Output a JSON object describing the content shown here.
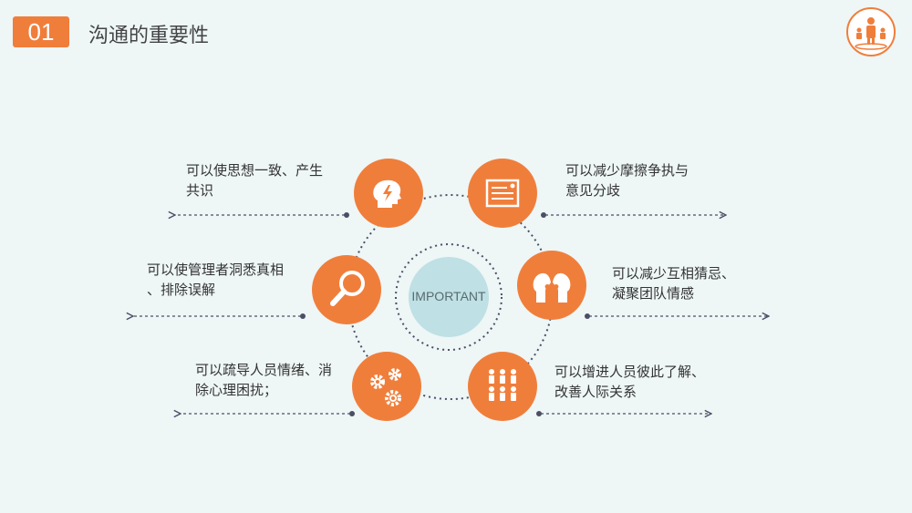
{
  "header": {
    "number": "01",
    "title": "沟通的重要性"
  },
  "center": {
    "label": "IMPORTANT"
  },
  "items": [
    {
      "icon": "brain-lightning-icon",
      "text_line1": "可以使思想一致、产生",
      "text_line2": "共识"
    },
    {
      "icon": "document-icon",
      "text_line1": "可以减少摩擦争执与",
      "text_line2": "意见分歧"
    },
    {
      "icon": "magnifier-icon",
      "text_line1": "可以使管理者洞悉真相",
      "text_line2": "、排除误解"
    },
    {
      "icon": "two-heads-icon",
      "text_line1": "可以减少互相猜忌、",
      "text_line2": "凝聚团队情感"
    },
    {
      "icon": "gears-icon",
      "text_line1": "可以疏导人员情绪、消",
      "text_line2": "除心理困扰；"
    },
    {
      "icon": "people-group-icon",
      "text_line1": "可以增进人员彼此了解、",
      "text_line2": "改善人际关系"
    }
  ],
  "colors": {
    "accent": "#f07e3b",
    "center_fill": "#bfe0e4",
    "ring": "#4a4f66",
    "background": "#eef6f6"
  }
}
